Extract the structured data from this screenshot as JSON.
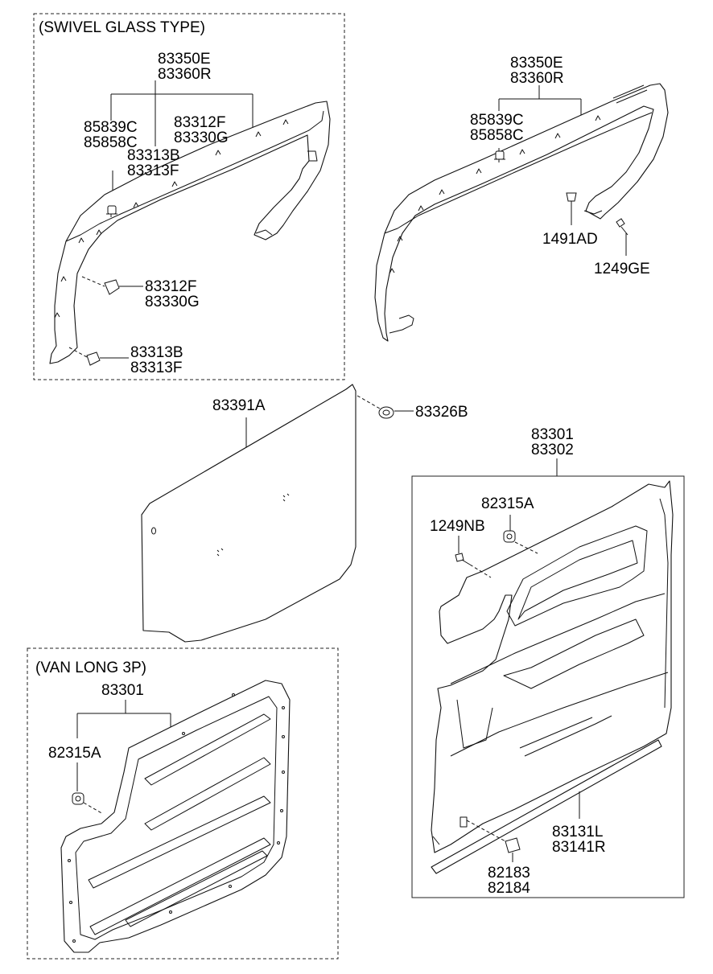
{
  "groups": {
    "swivel_title": "(SWIVEL GLASS TYPE)",
    "van_title": "(VAN LONG 3P)"
  },
  "labels": {
    "sw_83350E": "83350E",
    "sw_83360R": "83360R",
    "sw_85839C": "85839C",
    "sw_85858C": "85858C",
    "sw_83312F_a": "83312F",
    "sw_83330G_a": "83330G",
    "sw_83313B_a": "83313B",
    "sw_83313F_a": "83313F",
    "sw_83312F_b": "83312F",
    "sw_83330G_b": "83330G",
    "sw_83313B_b": "83313B",
    "sw_83313F_b": "83313F",
    "tr_83350E": "83350E",
    "tr_83360R": "83360R",
    "tr_85839C": "85839C",
    "tr_85858C": "85858C",
    "tr_1491AD": "1491AD",
    "tr_1249GE": "1249GE",
    "mid_83391A": "83391A",
    "mid_83326B": "83326B",
    "r_83301": "83301",
    "r_83302": "83302",
    "r_82315A": "82315A",
    "r_1249NB": "1249NB",
    "r_83131L": "83131L",
    "r_83141R": "83141R",
    "r_82183": "82183",
    "r_82184": "82184",
    "v_83301": "83301",
    "v_82315A": "82315A"
  }
}
